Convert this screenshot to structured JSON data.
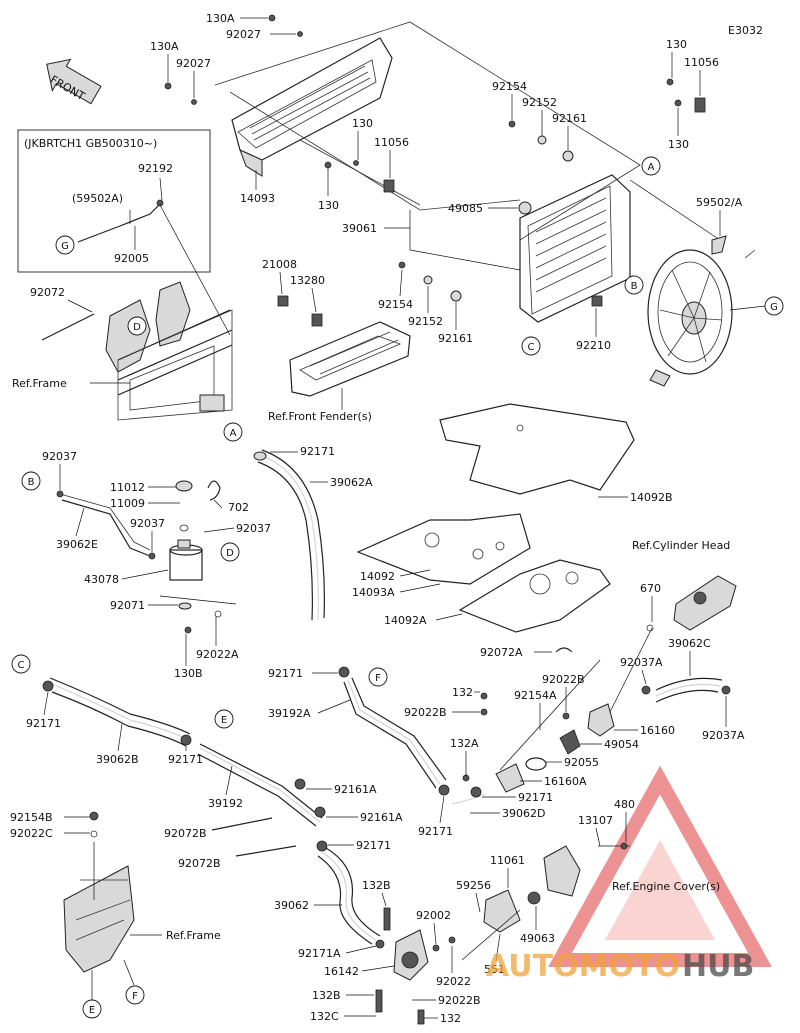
{
  "diagram_code": "E3032",
  "front_label": "FRONT",
  "serial_box": {
    "title": "(JKBRTCH1 GB500310~)",
    "labels": [
      "92192",
      "(59502A)",
      "92005"
    ]
  },
  "callout_letters": [
    "A",
    "B",
    "C",
    "D",
    "E",
    "F",
    "G"
  ],
  "ref_labels": {
    "frame_top": "Ref.Frame",
    "front_fender": "Ref.Front Fender(s)",
    "cylinder_head": "Ref.Cylinder Head",
    "engine_cover": "Ref.Engine Cover(s)",
    "frame_bottom": "Ref.Frame"
  },
  "part_numbers": {
    "p130A_1": "130A",
    "p92027_1": "92027",
    "p130A_2": "130A",
    "p92027_2": "92027",
    "p14093": "14093",
    "p130_1": "130",
    "p11056_1": "11056",
    "p130_2": "130",
    "p130_3": "130",
    "p11056_2": "11056",
    "p130_4": "130",
    "p92154_1": "92154",
    "p92152_1": "92152",
    "p92161_1": "92161",
    "p49085": "49085",
    "p39061": "39061",
    "p59502A": "59502/A",
    "p21008": "21008",
    "p13280": "13280",
    "p92154_2": "92154",
    "p92152_2": "92152",
    "p92161_2": "92161",
    "p92210": "92210",
    "p92072": "92072",
    "p92171_1": "92171",
    "p39062A": "39062A",
    "p14092B": "14092B",
    "p92037_1": "92037",
    "p11012": "11012",
    "p11009": "11009",
    "p702": "702",
    "p92037_2": "92037",
    "p92037_3": "92037",
    "p39062E": "39062E",
    "p43078": "43078",
    "p92071": "92071",
    "p92022A": "92022A",
    "p130B": "130B",
    "p14092": "14092",
    "p14093A": "14093A",
    "p14092A": "14092A",
    "p670": "670",
    "p92072A": "92072A",
    "p39062C": "39062C",
    "p92037A_1": "92037A",
    "p92037A_2": "92037A",
    "p92171_2": "92171",
    "p39062B": "39062B",
    "p92171_3": "92171",
    "p92171_4": "92171",
    "p39192A": "39192A",
    "p132_1": "132",
    "p92022B_1": "92022B",
    "p92022B_2": "92022B",
    "p92154A": "92154A",
    "p16160": "16160",
    "p49054": "49054",
    "p92055": "92055",
    "p132A": "132A",
    "p16160A": "16160A",
    "p92171_5": "92171",
    "p39062D": "39062D",
    "p92171_6": "92171",
    "p39192": "39192",
    "p92161A_1": "92161A",
    "p92161A_2": "92161A",
    "p92171_7": "92171",
    "p92072B_1": "92072B",
    "p92072B_2": "92072B",
    "p92154B": "92154B",
    "p92022C": "92022C",
    "p480": "480",
    "p13107": "13107",
    "p11061": "11061",
    "p59256": "59256",
    "p39062": "39062",
    "p132B": "132B",
    "p92002": "92002",
    "p49063": "49063",
    "p92171A": "92171A",
    "p16142": "16142",
    "p92022": "92022",
    "p551": "551",
    "p132B_2": "132B",
    "p92022B_3": "92022B",
    "p132C": "132C",
    "p132_2": "132"
  },
  "watermark": {
    "part1": "AUTOMOTO",
    "part2": "HUB"
  },
  "colors": {
    "watermark_red": "#e03a3a",
    "watermark_dark": "#4a4a4a",
    "line": "#222222"
  }
}
